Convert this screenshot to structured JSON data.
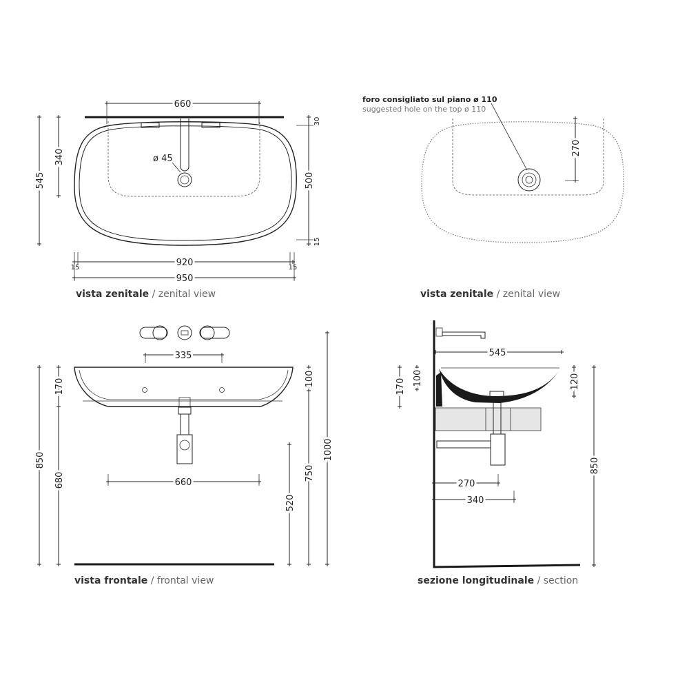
{
  "top_view": {
    "dims": {
      "d660": "660",
      "d545": "545",
      "d340": "340",
      "d45": "ø 45",
      "d500": "500",
      "d30": "30",
      "d15_right": "15",
      "d920": "920",
      "d950": "950",
      "d15_left": "15",
      "d15_right2": "15"
    },
    "caption_bold": "vista zenitale",
    "caption_regular": " / zenital view"
  },
  "top_view_hole": {
    "note_bold": "foro consigliato sul piano ø 110",
    "note_regular": "suggested hole on the top ø 110",
    "dims": {
      "d270": "270"
    },
    "caption_bold": "vista zenitale",
    "caption_regular": " / zenital view"
  },
  "front_view": {
    "dims": {
      "d335": "335",
      "d660": "660",
      "d850": "850",
      "d170": "170",
      "d680": "680",
      "d100": "100",
      "d750": "750",
      "d520": "520",
      "d1000": "1000"
    },
    "caption_bold": "vista frontale",
    "caption_regular": " / frontal view"
  },
  "section_view": {
    "dims": {
      "d545": "545",
      "d170": "170",
      "d100": "100",
      "d120": "120",
      "d850": "850",
      "d270": "270",
      "d340": "340"
    },
    "caption_bold": "sezione longitudinale",
    "caption_regular": " / section"
  }
}
